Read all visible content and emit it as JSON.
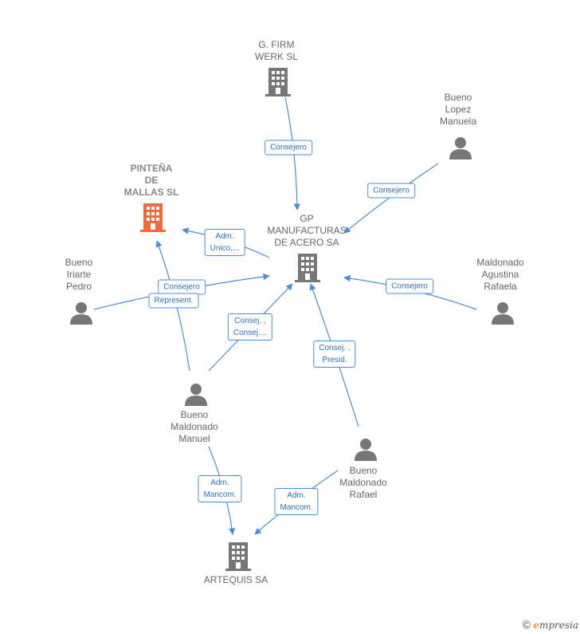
{
  "colors": {
    "edge": "#4a8fd6",
    "company_icon": "#777777",
    "focus_company_icon": "#f06a3c",
    "person_icon": "#777777"
  },
  "nodes": {
    "gp_manufacturas": {
      "label": "GP\nMANUFACTURAS\nDE ACERO SA",
      "icon": "building-icon"
    },
    "g_firm": {
      "label": "G.  FIRM\nWERK SL",
      "icon": "building-icon"
    },
    "pintena": {
      "label": "PINTEÑA\nDE\nMALLAS  SL",
      "icon": "building-icon"
    },
    "artequis": {
      "label": "ARTEQUIS SA",
      "icon": "building-icon"
    },
    "bueno_lopez": {
      "label": "Bueno\nLopez\nManuela",
      "icon": "person-icon"
    },
    "bueno_iriarte": {
      "label": "Bueno\nIriarte\nPedro",
      "icon": "person-icon"
    },
    "maldonado_agustina": {
      "label": "Maldonado\nAgustina\nRafaela",
      "icon": "person-icon"
    },
    "bueno_manuel": {
      "label": "Bueno\nMaldonado\nManuel",
      "icon": "person-icon"
    },
    "bueno_rafael": {
      "label": "Bueno\nMaldonado\nRafael",
      "icon": "person-icon"
    }
  },
  "edges": {
    "g_firm_consejero": "Consejero",
    "lopez_consejero": "Consejero",
    "adm_unico": "Adm.\nUnico,...",
    "iriarte_consejero": "Consejero",
    "iriarte_represent": "Represent.",
    "agustina_consejero": "Consejero",
    "manuel_consej": "Consej. ,\nConsej....",
    "rafael_consej_presid": "Consej. ,\nPresid.",
    "manuel_adm_mancom": "Adm.\nMancom.",
    "rafael_adm_mancom": "Adm.\nMancom."
  },
  "watermark": {
    "copyright": "©",
    "brand_initial": "e",
    "brand_rest": "mpresia"
  }
}
